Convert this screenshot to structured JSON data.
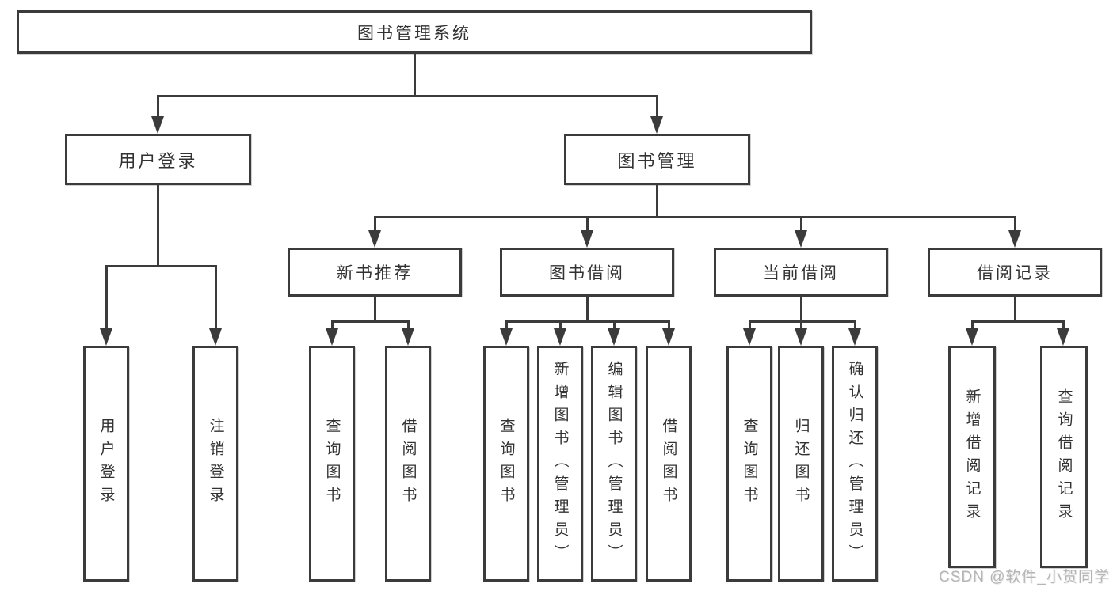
{
  "diagram": {
    "root": {
      "label": "图书管理系统"
    },
    "branches": [
      {
        "label": "用户登录",
        "children": [
          {
            "label": "用户登录"
          },
          {
            "label": "注销登录"
          }
        ]
      },
      {
        "label": "图书管理",
        "children": [
          {
            "label": "新书推荐",
            "children": [
              {
                "label": "查询图书"
              },
              {
                "label": "借阅图书"
              }
            ]
          },
          {
            "label": "图书借阅",
            "children": [
              {
                "label": "查询图书"
              },
              {
                "label": "新增图书（管理员）"
              },
              {
                "label": "编辑图书（管理员）"
              },
              {
                "label": "借阅图书"
              }
            ]
          },
          {
            "label": "当前借阅",
            "children": [
              {
                "label": "查询图书"
              },
              {
                "label": "归还图书"
              },
              {
                "label": "确认归还（管理员）"
              }
            ]
          },
          {
            "label": "借阅记录",
            "children": [
              {
                "label": "新增借阅记录"
              },
              {
                "label": "查询借阅记录"
              }
            ]
          }
        ]
      }
    ],
    "watermark": "CSDN @软件_小贺同学",
    "colors": {
      "line": "#3b3b3b",
      "text": "#323232",
      "watermark": "#b5b5b5",
      "background": "#ffffff"
    }
  }
}
